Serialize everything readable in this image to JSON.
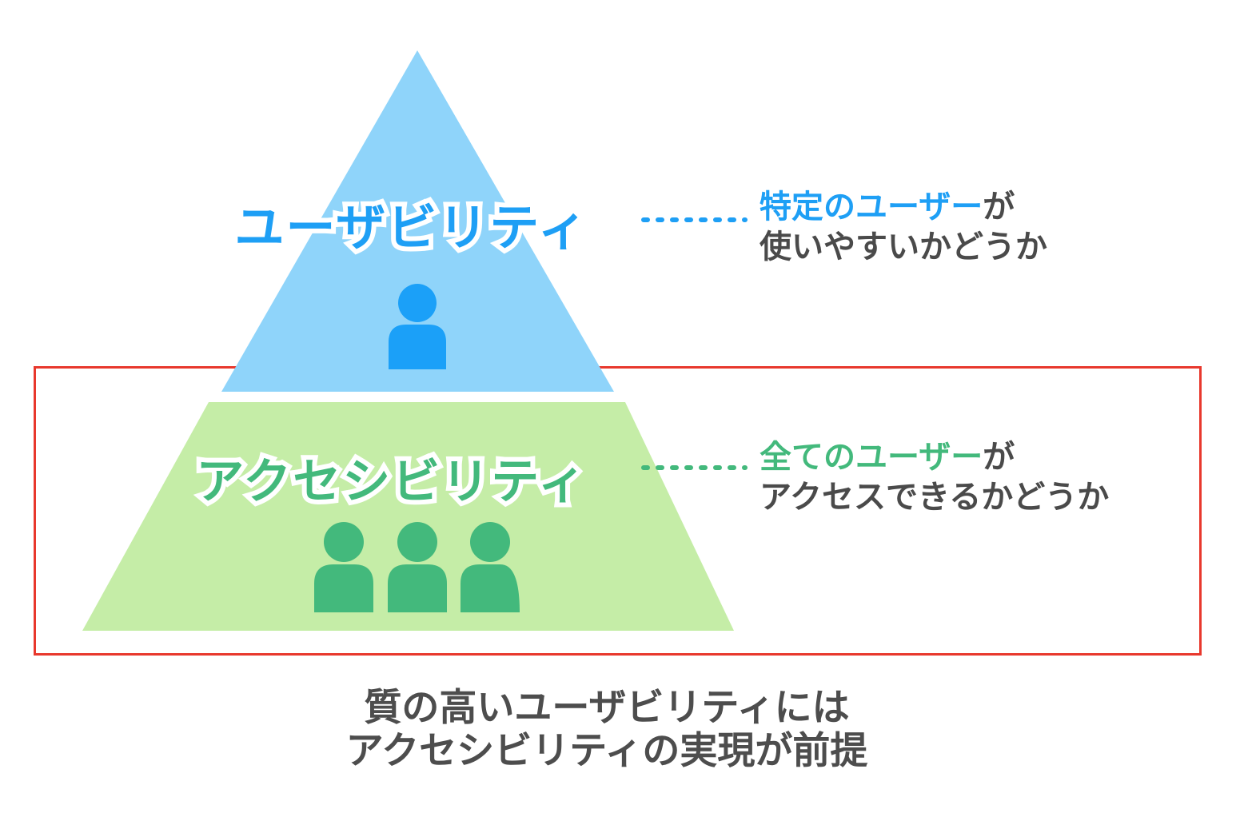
{
  "diagram": {
    "title_hidden": "",
    "pyramid": {
      "top_layer": {
        "label": "ユーザビリティ",
        "fill_color": "#8FD4FA",
        "accent_color": "#1E9FF5",
        "person_icon": "person-icon",
        "person_count": 1,
        "annotation": {
          "highlight": "特定のユーザー",
          "suffix": "が",
          "line2": "使いやすいかどうか"
        }
      },
      "bottom_layer": {
        "label": "アクセシビリティ",
        "fill_color": "#C5EDA7",
        "accent_color": "#43B97C",
        "person_icon": "group-icon",
        "person_count": 3,
        "annotation": {
          "highlight": "全てのユーザー",
          "suffix": "が",
          "line2": "アクセスできるかどうか"
        }
      }
    },
    "highlight_box": {
      "color": "#E8382D"
    },
    "leader_dots_color_top": "#1E9FF5",
    "leader_dots_color_bottom": "#43B97C",
    "caption": {
      "line1": "質の高いユーザビリティには",
      "line2": "アクセシビリティの実現が前提",
      "color": "#4D4D4D"
    }
  }
}
